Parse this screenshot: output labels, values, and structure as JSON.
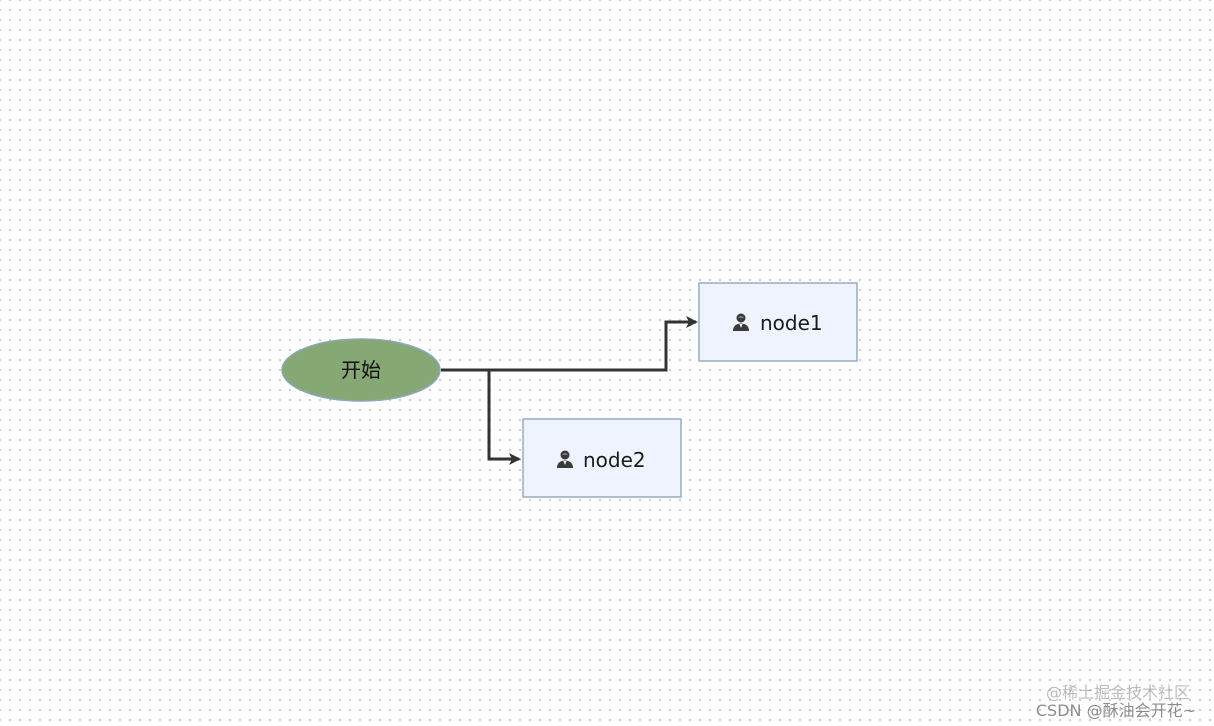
{
  "diagram": {
    "start_node": {
      "label": "开始",
      "fill": "#86a874",
      "stroke": "#8aa8b8"
    },
    "task_nodes": [
      {
        "id": "node1",
        "label": "node1",
        "icon": "user-icon"
      },
      {
        "id": "node2",
        "label": "node2",
        "icon": "user-icon"
      }
    ],
    "edges": [
      {
        "from": "开始",
        "to": "node1"
      },
      {
        "from": "开始",
        "to": "node2"
      }
    ],
    "colors": {
      "task_fill": "#eff3fe",
      "task_stroke": "#97acc2",
      "edge": "#333333"
    }
  },
  "watermark": {
    "line1": "@稀土掘金技术社区",
    "line2": "CSDN @酥油会开花~"
  }
}
